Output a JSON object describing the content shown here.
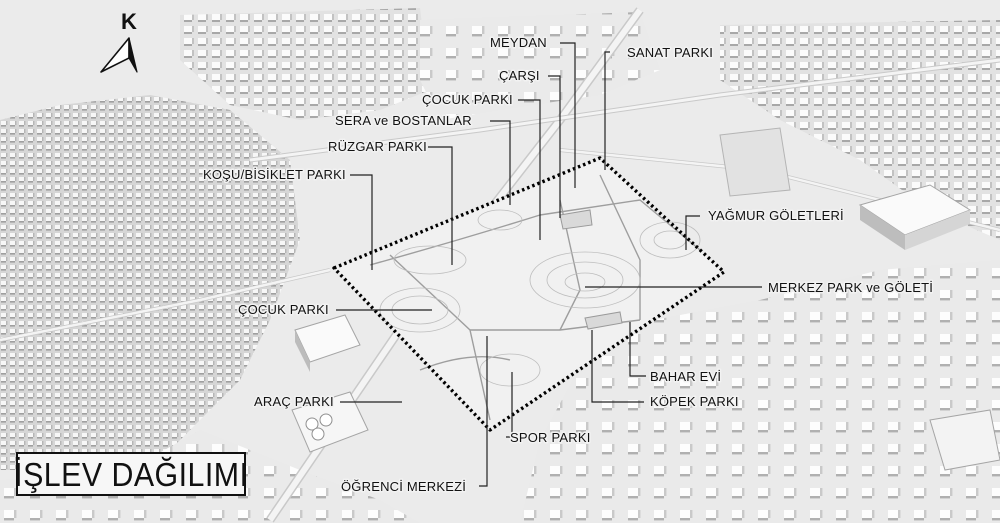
{
  "title": "İŞLEV DAĞILIMI",
  "north": {
    "letter": "K"
  },
  "labels": {
    "meydan": "MEYDAN",
    "sanat_parki": "SANAT PARKI",
    "carsi": "ÇARŞI",
    "cocuk_parki_top": "ÇOCUK  PARKI",
    "sera_bostanlar": "SERA ve BOSTANLAR",
    "ruzgar_parki": "RÜZGAR PARKI",
    "kosu_bisiklet": "KOŞU/BİSİKLET PARKI",
    "yagmur_goletleri": "YAĞMUR GÖLETLERİ",
    "merkez_park": "MERKEZ PARK ve GÖLETİ",
    "cocuk_parki_left": "ÇOCUK  PARKI",
    "bahar_evi": "BAHAR EVİ",
    "kopek_parki": "KÖPEK PARKI",
    "arac_parki": "ARAÇ PARKI",
    "spor_parki": "SPOR PARKI",
    "ogrenci_merkezi": "ÖĞRENCİ MERKEZİ"
  },
  "colors": {
    "background": "#ececec",
    "ink": "#111111",
    "boundary": "#000000"
  }
}
